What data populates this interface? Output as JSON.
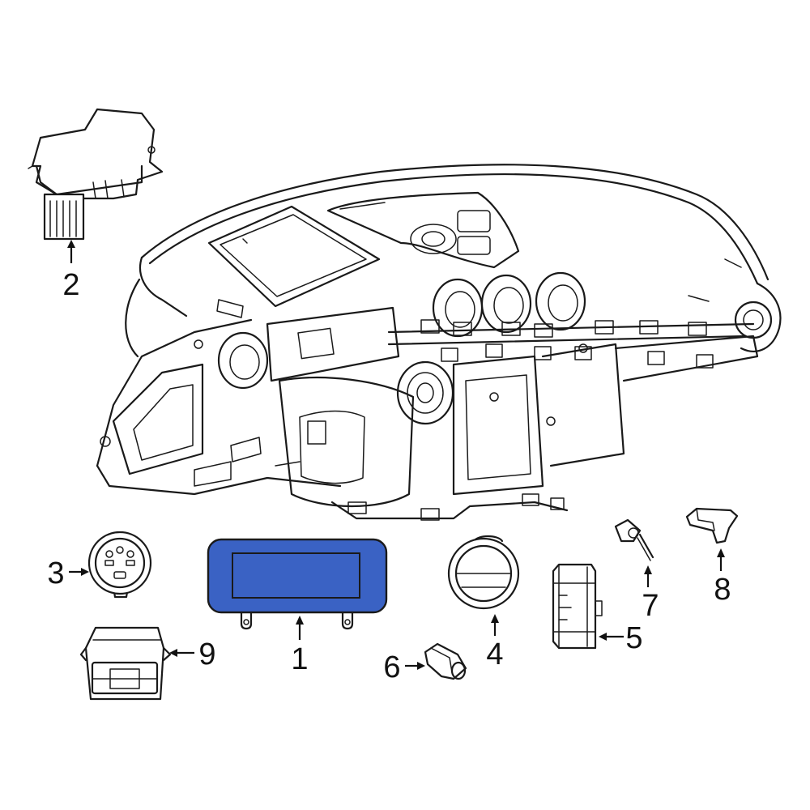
{
  "colors": {
    "highlight_fill": "#3a62c4",
    "line": "#1a1a1a",
    "background": "#ffffff"
  },
  "callouts": {
    "c1": "1",
    "c2": "2",
    "c3": "3",
    "c4": "4",
    "c5": "5",
    "c6": "6",
    "c7": "7",
    "c8": "8",
    "c9": "9"
  }
}
